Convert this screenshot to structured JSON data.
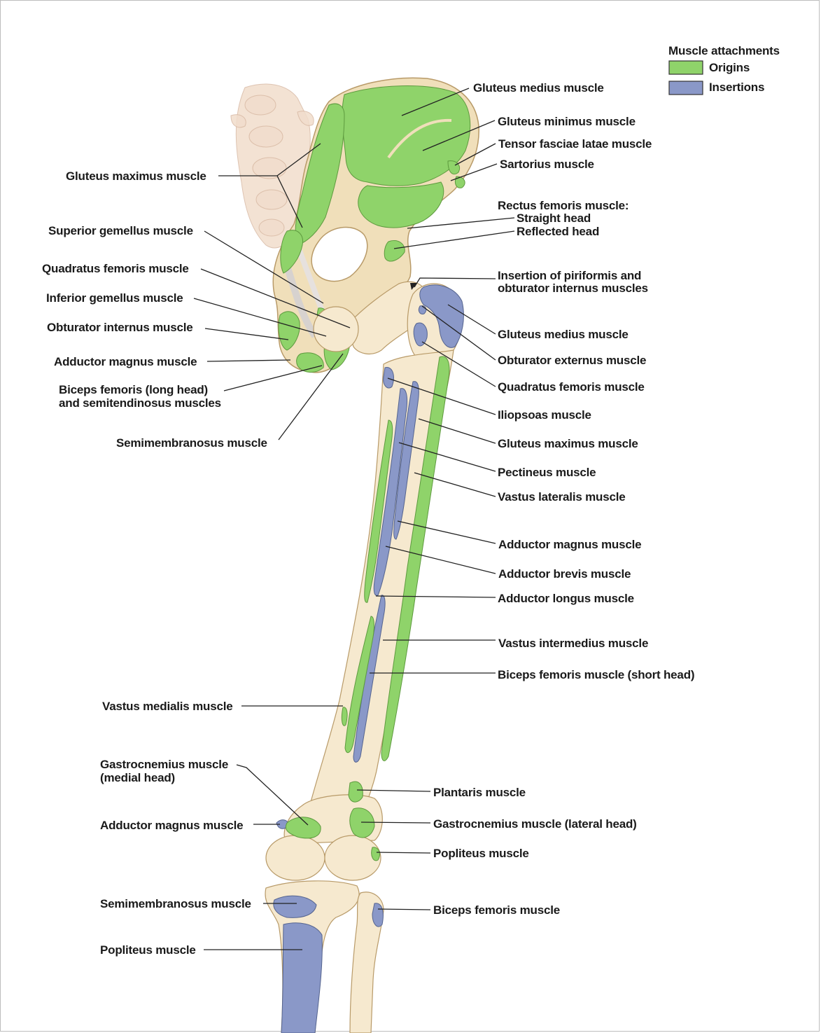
{
  "colors": {
    "origin": "#8fd36a",
    "insertion": "#8a98c8",
    "bone": "#f0dfba"
  },
  "legend": {
    "title": "Muscle attachments",
    "origins": "Origins",
    "insertions": "Insertions"
  },
  "labels": {
    "gluteus_medius_top": "Gluteus medius muscle",
    "gluteus_minimus": "Gluteus minimus muscle",
    "tensor_fasciae_latae": "Tensor fasciae latae muscle",
    "sartorius": "Sartorius muscle",
    "rectus_femoris": "Rectus femoris muscle:",
    "straight_head": "Straight head",
    "reflected_head": "Reflected head",
    "piriformis_line1": "Insertion of piriformis and",
    "piriformis_line2": "obturator internus muscles",
    "gluteus_medius_insertion": "Gluteus medius muscle",
    "obturator_externus": "Obturator externus muscle",
    "quadratus_femoris_right": "Quadratus femoris muscle",
    "iliopsoas": "Iliopsoas muscle",
    "gluteus_maximus_right": "Gluteus maximus muscle",
    "pectineus": "Pectineus muscle",
    "vastus_lateralis": "Vastus lateralis muscle",
    "adductor_magnus_right": "Adductor magnus muscle",
    "adductor_brevis": "Adductor brevis muscle",
    "adductor_longus": "Adductor longus muscle",
    "vastus_intermedius": "Vastus intermedius muscle",
    "biceps_short_head": "Biceps femoris muscle (short head)",
    "gluteus_maximus_left": "Gluteus maximus muscle",
    "superior_gemellus": "Superior gemellus muscle",
    "quadratus_femoris_left": "Quadratus femoris muscle",
    "inferior_gemellus": "Inferior gemellus muscle",
    "obturator_internus": "Obturator internus muscle",
    "adductor_magnus_left": "Adductor magnus muscle",
    "biceps_long_line1": "Biceps femoris (long head)",
    "biceps_long_line2": "and semitendinosus muscles",
    "semimembranosus_upper": "Semimembranosus muscle",
    "vastus_medialis": "Vastus medialis muscle",
    "gastrocnemius_medial_line1": "Gastrocnemius muscle",
    "gastrocnemius_medial_line2": "(medial head)",
    "adductor_magnus_knee": "Adductor magnus muscle",
    "plantaris": "Plantaris muscle",
    "gastrocnemius_lateral": "Gastrocnemius muscle (lateral head)",
    "popliteus_knee": "Popliteus muscle",
    "semimembranosus_lower": "Semimembranosus muscle",
    "biceps_femoris": "Biceps femoris muscle",
    "popliteus_tibia": "Popliteus muscle"
  }
}
